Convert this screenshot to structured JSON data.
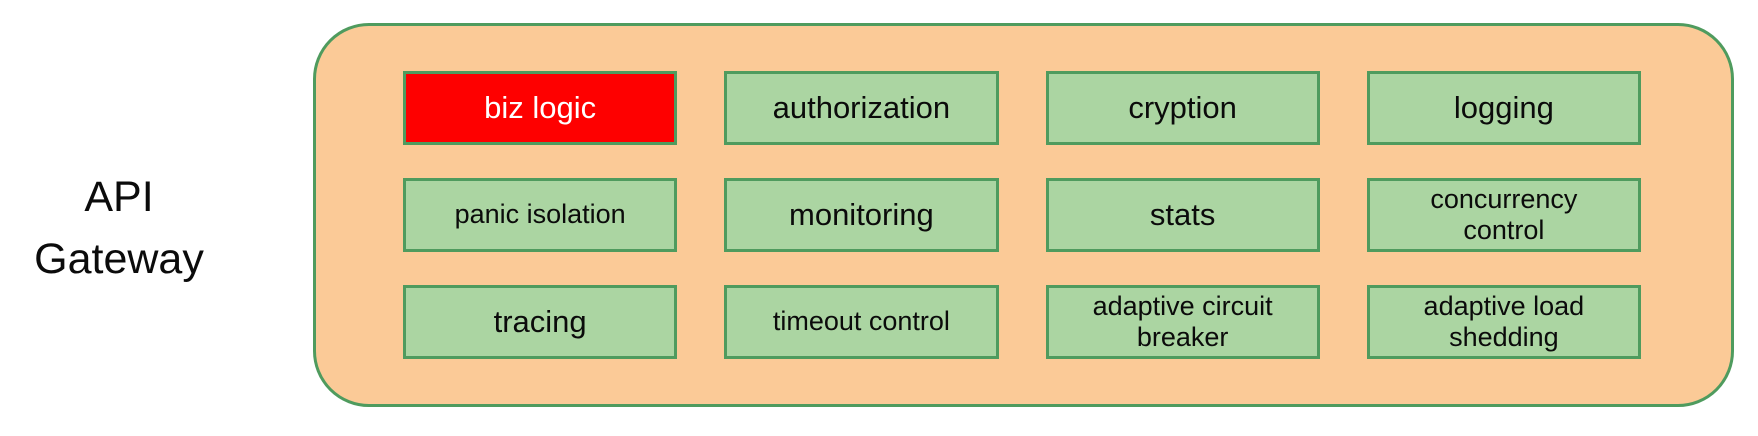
{
  "diagram": {
    "side_label": "API\nGateway"
  },
  "gateway": {
    "cells": [
      {
        "label": "biz logic",
        "variant": "highlighted"
      },
      {
        "label": "authorization",
        "variant": "normal"
      },
      {
        "label": "cryption",
        "variant": "normal"
      },
      {
        "label": "logging",
        "variant": "normal"
      },
      {
        "label": "panic isolation",
        "variant": "normal"
      },
      {
        "label": "monitoring",
        "variant": "normal"
      },
      {
        "label": "stats",
        "variant": "normal"
      },
      {
        "label": "concurrency\ncontrol",
        "variant": "normal"
      },
      {
        "label": "tracing",
        "variant": "normal"
      },
      {
        "label": "timeout control",
        "variant": "normal"
      },
      {
        "label": "adaptive circuit\nbreaker",
        "variant": "normal"
      },
      {
        "label": "adaptive load\nshedding",
        "variant": "normal"
      }
    ]
  },
  "colors": {
    "container_fill": "#FBCA97",
    "container_border": "#4F9B5E",
    "box_fill": "#ABD5A2",
    "box_border": "#4F9B5E",
    "highlight_fill": "#FE0000",
    "highlight_text": "#ffffff",
    "text": "#0b0b0b",
    "bg": "#ffffff"
  }
}
